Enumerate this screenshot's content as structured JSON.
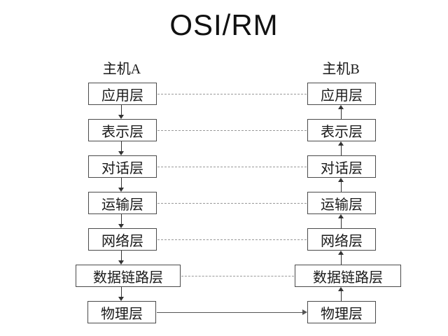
{
  "title": "OSI/RM",
  "hosts": {
    "a": "主机A",
    "b": "主机B"
  },
  "layers": [
    {
      "label": "应用层"
    },
    {
      "label": "表示层"
    },
    {
      "label": "对话层"
    },
    {
      "label": "运输层"
    },
    {
      "label": "网络层"
    },
    {
      "label": "数据链路层"
    },
    {
      "label": "物理层"
    }
  ],
  "colors": {
    "background": "#ffffff",
    "box_border": "#4a4a4a",
    "text": "#1a1a1a",
    "dashed_link": "#999999",
    "solid_link": "#555555",
    "arrow": "#333333"
  }
}
